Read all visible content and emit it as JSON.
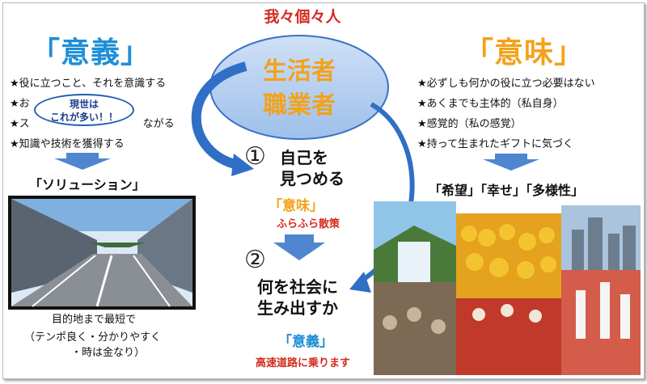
{
  "header": {
    "title": "我々個々人"
  },
  "left": {
    "heading": "「意義」",
    "items": [
      "★役に立つこと、それを意識する",
      "★お",
      "★ス",
      "★知識や技術を獲得する"
    ],
    "items_tail": [
      "",
      "",
      "ながる",
      ""
    ],
    "callout": [
      "現世は",
      "これが多い！！"
    ],
    "solution": "「ソリューション」",
    "caption": [
      "目的地まで最短で",
      "（テンポ良く・分かりやすく",
      "・時は金なり）"
    ]
  },
  "center": {
    "ellipse": [
      "生活者",
      "職業者"
    ],
    "step1": {
      "num": "①",
      "lines": [
        "自己を",
        "見つめる"
      ],
      "key": "「意味」",
      "sub": "ふらふら散策"
    },
    "step2": {
      "num": "②",
      "lines": [
        "何を社会に",
        "生み出すか"
      ],
      "key": "「意義」",
      "sub": "高速道路に乗ります"
    }
  },
  "right": {
    "heading": "「意味」",
    "items": [
      "★必ずしも何かの役に立つ必要はない",
      "★あくまでも主体的（私自身）",
      "★感覚的（私の感覚）",
      "★持って生まれたギフトに気づく"
    ],
    "values": "「希望」「幸せ」「多様性」"
  },
  "colors": {
    "accent_blue": "#1e8fd6",
    "accent_orange": "#f3a21b",
    "accent_red": "#d42a1e",
    "arrow_blue": "#2f6fc6"
  }
}
